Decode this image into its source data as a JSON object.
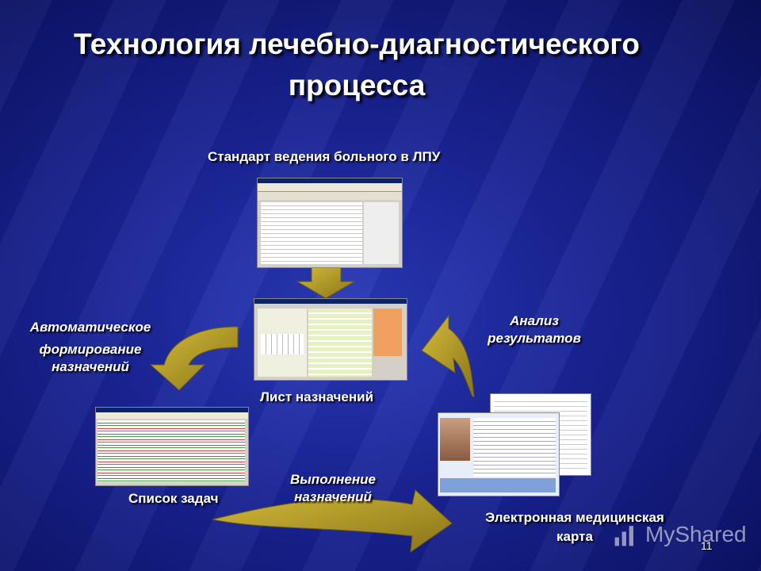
{
  "title": {
    "line1": "Технология лечебно-диагностического",
    "line2": "процесса"
  },
  "nodes": {
    "standard": "Стандарт ведения больного в ЛПУ",
    "prescription_sheet": "Лист назначений",
    "auto_forming": [
      "Автоматическое",
      "формирование",
      "назначений"
    ],
    "task_list": "Список задач",
    "execution": [
      "Выполнение",
      "назначений"
    ],
    "emr": [
      "Электронная медицинская",
      "карта"
    ],
    "analysis": [
      "Анализ",
      "результатов"
    ]
  },
  "watermark": {
    "text": "MyShared",
    "icon": "chart-logo-icon"
  },
  "slide_number": "11",
  "colors": {
    "arrow": "#b8a02a",
    "arrow_dark": "#8a7418",
    "background": "#1a2496"
  }
}
